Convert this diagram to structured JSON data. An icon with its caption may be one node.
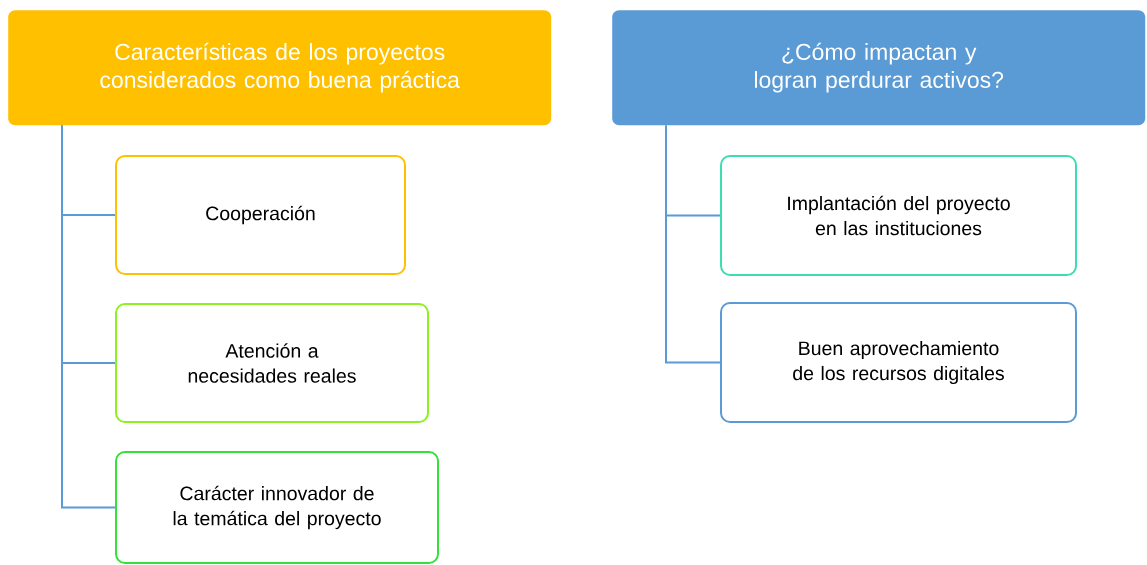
{
  "diagram": {
    "nodes": [
      {
        "text": [
          "Características de los proyectos considerados como buena práctica"
        ]
      },
      {
        "text": [
          "Cooperación"
        ]
      },
      {
        "text": [
          "Atención a necesidades reales"
        ]
      },
      {
        "text": [
          "Carácter innovador de la temática del proyecto"
        ]
      },
      {
        "text": [
          "¿Cómo impactan y logran perdurar activos?"
        ]
      },
      {
        "text": [
          "Implantación del proyecto en las instituciones"
        ]
      },
      {
        "text": [
          "Buen aprovechamiento de los recursos digitales"
        ]
      }
    ],
    "edges": [
      {
        "from": 0,
        "to": 1,
        "arrow": "none"
      },
      {
        "from": 0,
        "to": 2,
        "arrow": "none"
      },
      {
        "from": 0,
        "to": 3,
        "arrow": "none"
      },
      {
        "from": 4,
        "to": 5,
        "arrow": "none"
      },
      {
        "from": 4,
        "to": 6,
        "arrow": "none"
      }
    ]
  }
}
